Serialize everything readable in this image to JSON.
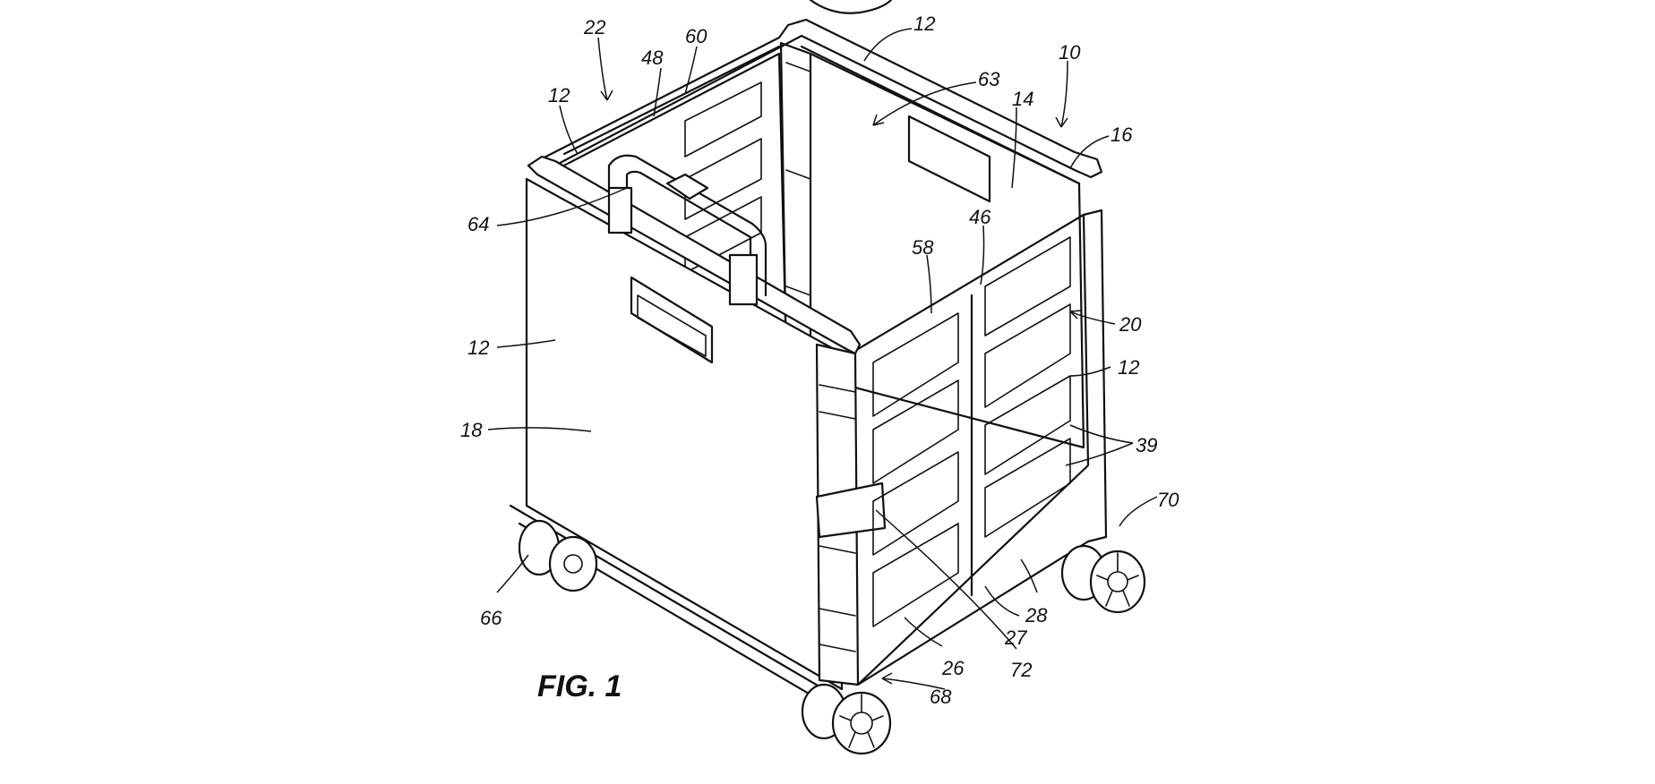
{
  "figure_title": "FIG. 1",
  "reference_numerals": [
    {
      "id": "r22",
      "label": "22"
    },
    {
      "id": "r48",
      "label": "48"
    },
    {
      "id": "r60",
      "label": "60"
    },
    {
      "id": "r12a",
      "label": "12"
    },
    {
      "id": "r12b",
      "label": "12"
    },
    {
      "id": "r63",
      "label": "63"
    },
    {
      "id": "r10",
      "label": "10"
    },
    {
      "id": "r14",
      "label": "14"
    },
    {
      "id": "r16",
      "label": "16"
    },
    {
      "id": "r64",
      "label": "64"
    },
    {
      "id": "r46",
      "label": "46"
    },
    {
      "id": "r58",
      "label": "58"
    },
    {
      "id": "r20",
      "label": "20"
    },
    {
      "id": "r12c",
      "label": "12"
    },
    {
      "id": "r12d",
      "label": "12"
    },
    {
      "id": "r18",
      "label": "18"
    },
    {
      "id": "r39",
      "label": "39"
    },
    {
      "id": "r70",
      "label": "70"
    },
    {
      "id": "r66",
      "label": "66"
    },
    {
      "id": "r28",
      "label": "28"
    },
    {
      "id": "r27",
      "label": "27"
    },
    {
      "id": "r26",
      "label": "26"
    },
    {
      "id": "r72",
      "label": "72"
    },
    {
      "id": "r68",
      "label": "68"
    }
  ]
}
